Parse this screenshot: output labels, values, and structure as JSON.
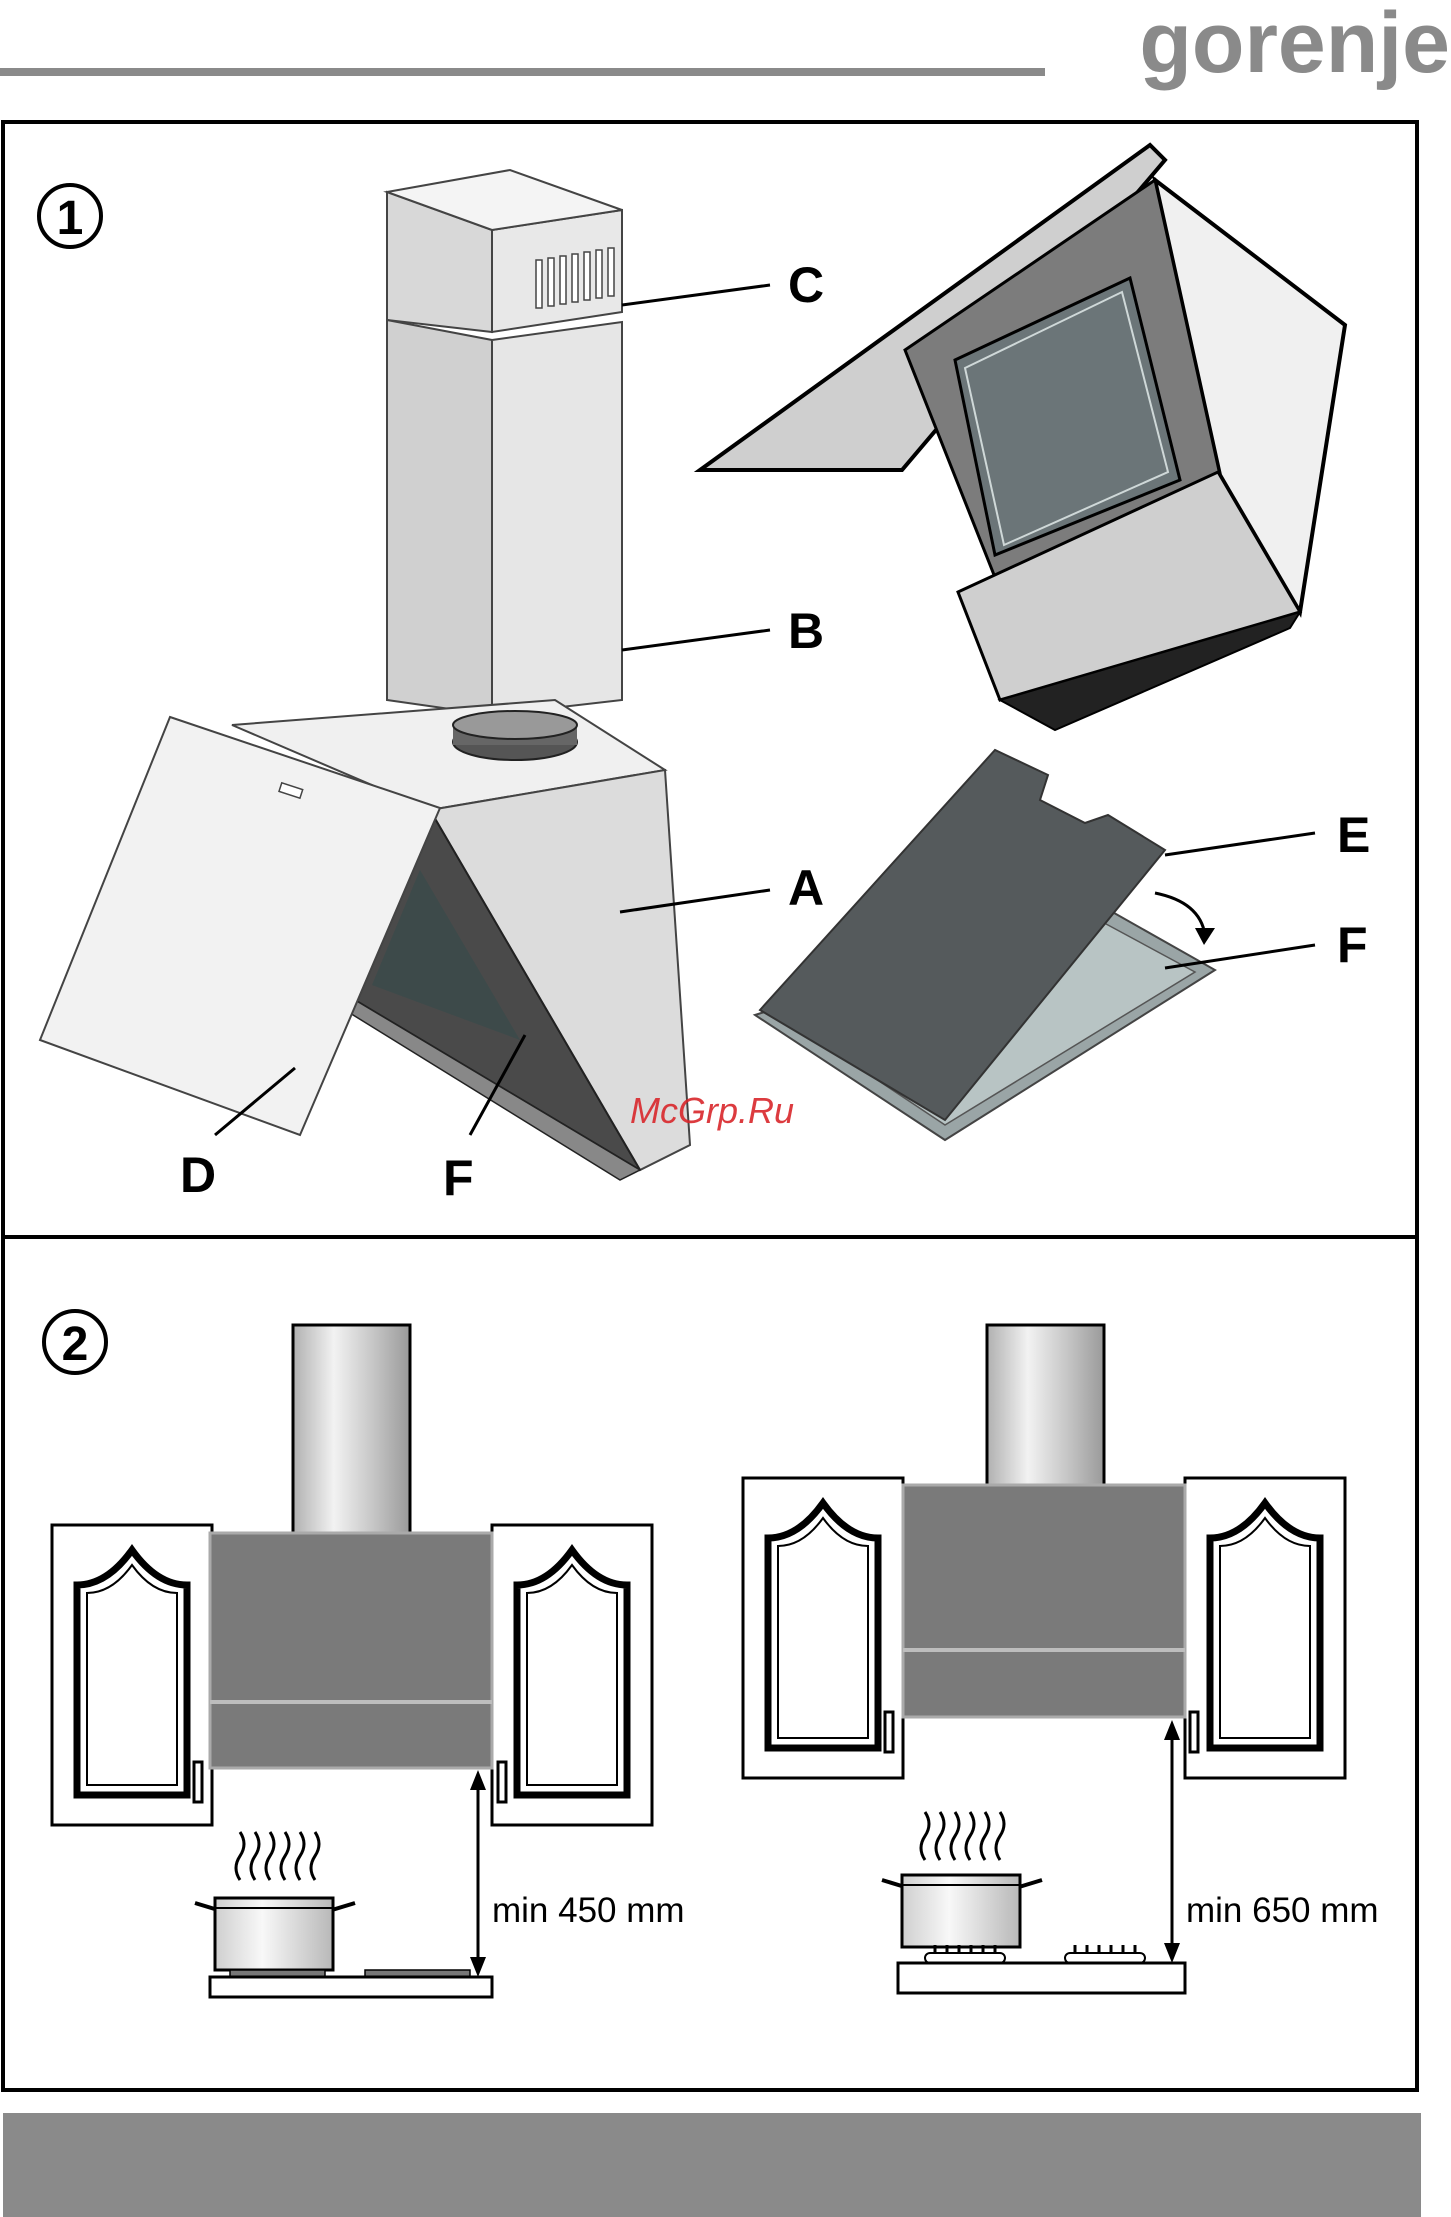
{
  "header": {
    "brand": "gorenje"
  },
  "colors": {
    "brand_gray": "#8a8a8a",
    "hood_dark": "#7a7a7a",
    "hood_light": "#e6e6e6",
    "glass": "#6e7a7c",
    "frame": "#000000",
    "watermark": "#d8262a"
  },
  "panel1": {
    "step_number": "1",
    "labels": {
      "A": "A",
      "B": "B",
      "C": "C",
      "D": "D",
      "E": "E",
      "F1": "F",
      "F2": "F"
    },
    "watermark": "McGrp.Ru"
  },
  "panel2": {
    "step_number": "2",
    "left": {
      "distance_label": "min 450 mm"
    },
    "right": {
      "distance_label": "min 650 mm"
    }
  }
}
